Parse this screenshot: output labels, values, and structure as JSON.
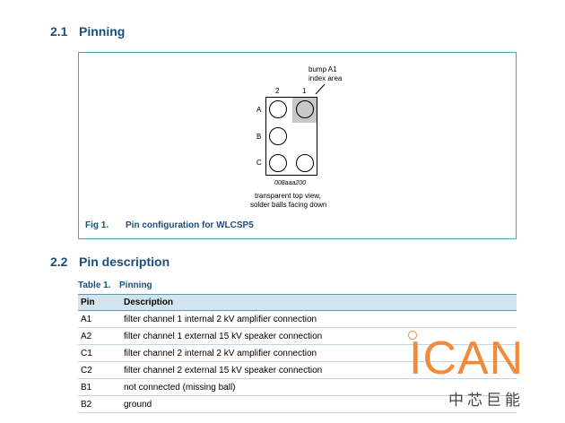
{
  "section_pinning": {
    "number": "2.1",
    "title": "Pinning"
  },
  "figure": {
    "callout": [
      "bump A1",
      "index area"
    ],
    "columns": [
      "2",
      "1"
    ],
    "rows": [
      "A",
      "B",
      "C"
    ],
    "ref_code": "008aaa200",
    "view_note": [
      "transparent top view,",
      "solder balls facing down"
    ],
    "caption_label": "Fig 1.",
    "caption_text": "Pin configuration for WLCSP5"
  },
  "section_description": {
    "number": "2.2",
    "title": "Pin description"
  },
  "table": {
    "label": "Table 1.",
    "title": "Pinning",
    "headers": [
      "Pin",
      "Description"
    ],
    "rows": [
      {
        "pin": "A1",
        "description": "filter channel 1 internal 2 kV amplifier connection"
      },
      {
        "pin": "A2",
        "description": "filter channel 1 external 15 kV speaker connection"
      },
      {
        "pin": "C1",
        "description": "filter channel 2 internal 2 kV amplifier connection"
      },
      {
        "pin": "C2",
        "description": "filter channel 2 external 15 kV speaker connection"
      },
      {
        "pin": "B1",
        "description": "not connected (missing ball)"
      },
      {
        "pin": "B2",
        "description": "ground"
      }
    ]
  },
  "watermark": {
    "brand": "ICAN",
    "subtitle": "中芯巨能",
    "color": "#f28a3c"
  }
}
